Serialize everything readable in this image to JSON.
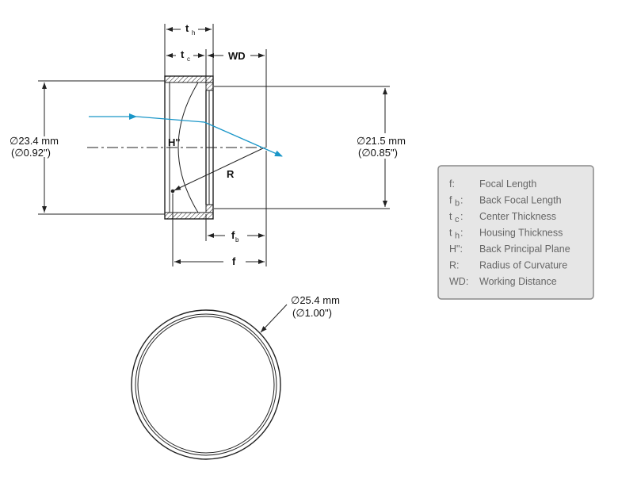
{
  "labels": {
    "th_main": "t",
    "th_sub": "h",
    "tc_main": "t",
    "tc_sub": "c",
    "wd": "WD",
    "principal": "H\"",
    "radius": "R",
    "fb_main": "f",
    "fb_sub": "b",
    "f": "f",
    "left_dia_mm": "∅23.4 mm",
    "left_dia_in": "(∅0.92\")",
    "right_dia_mm": "∅21.5 mm",
    "right_dia_in": "(∅0.85\")",
    "front_dia_mm": "∅25.4 mm",
    "front_dia_in": "(∅1.00\")"
  },
  "legend": [
    {
      "key": "f:",
      "key_sub": "",
      "text": "Focal Length"
    },
    {
      "key": "f",
      "key_sub": "b",
      "key_suffix": ":",
      "text": "Back Focal Length"
    },
    {
      "key": "t",
      "key_sub": "c",
      "key_suffix": ":",
      "text": "Center Thickness"
    },
    {
      "key": "t",
      "key_sub": "h",
      "key_suffix": ":",
      "text": "Housing Thickness"
    },
    {
      "key": "H\":",
      "key_sub": "",
      "text": "Back Principal Plane"
    },
    {
      "key": "R:",
      "key_sub": "",
      "text": "Radius of Curvature"
    },
    {
      "key": "WD:",
      "key_sub": "",
      "text": "Working Distance"
    }
  ],
  "colors": {
    "ray": "#1a96c8",
    "line": "#222222",
    "legend_border": "#8a8a8a",
    "legend_fill": "#e6e6e6",
    "legend_text": "#666666"
  }
}
